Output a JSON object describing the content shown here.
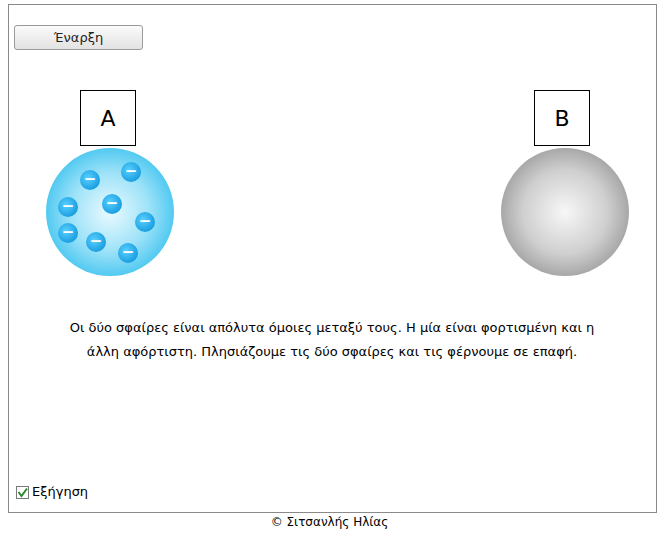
{
  "diagram": {
    "nodes": [
      {
        "text": [
          "Έναρξη"
        ]
      },
      {
        "text": [
          "A"
        ]
      },
      {
        "text": [
          "B"
        ]
      }
    ],
    "labels": [
      "−",
      "−",
      "−",
      "−",
      "−",
      "−",
      "−",
      "−",
      "Οι δύο σφαίρες είναι απόλυτα όμοιες μεταξύ τους. Η μία είναι φορτισμένη και η άλλη αφόρτιστη. Πλησιάζουμε τις δύο σφαίρες και τις φέρνουμε σε επαφή.",
      "Εξήγηση",
      "© Σιτσανλής Ηλίας"
    ]
  }
}
